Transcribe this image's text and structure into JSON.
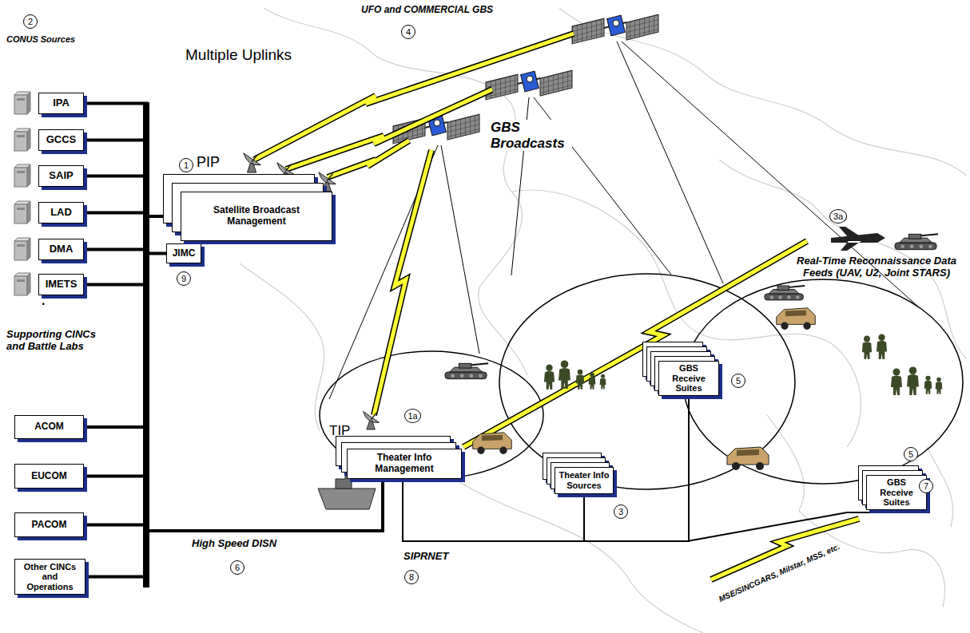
{
  "diagram": {
    "nodes": [
      {
        "text": [
          "IPA"
        ]
      },
      {
        "text": [
          "GCCS"
        ]
      },
      {
        "text": [
          "SAIP"
        ]
      },
      {
        "text": [
          "LAD"
        ]
      },
      {
        "text": [
          "DMA"
        ]
      },
      {
        "text": [
          "IMETS"
        ]
      },
      {
        "text": [
          "ACOM"
        ]
      },
      {
        "text": [
          "EUCOM"
        ]
      },
      {
        "text": [
          "PACOM"
        ]
      },
      {
        "text": [
          "Other CINCs and Operations"
        ]
      },
      {
        "text": [
          "JIMC"
        ]
      },
      {
        "text": [
          "Satellite Broadcast Management"
        ]
      },
      {
        "text": [
          "Theater Info Management"
        ]
      },
      {
        "text": [
          "Theater Info Sources"
        ]
      },
      {
        "text": [
          "GBS Receive Suites"
        ]
      },
      {
        "text": [
          "GBS Receive Suites"
        ]
      }
    ],
    "edges": [
      {
        "from": 0,
        "to": 11,
        "arrow": "none"
      },
      {
        "from": 1,
        "to": 11,
        "arrow": "none"
      },
      {
        "from": 2,
        "to": 11,
        "arrow": "none"
      },
      {
        "from": 3,
        "to": 11,
        "arrow": "none"
      },
      {
        "from": 4,
        "to": 11,
        "arrow": "none"
      },
      {
        "from": 5,
        "to": 11,
        "arrow": "none"
      },
      {
        "from": 6,
        "to": 11,
        "arrow": "none"
      },
      {
        "from": 7,
        "to": 11,
        "arrow": "none"
      },
      {
        "from": 8,
        "to": 11,
        "arrow": "none"
      },
      {
        "from": 9,
        "to": 11,
        "arrow": "none"
      },
      {
        "from": 10,
        "to": 11,
        "arrow": "none"
      },
      {
        "from": 11,
        "to": 12,
        "arrow": "none"
      },
      {
        "from": 12,
        "to": 13,
        "arrow": "none"
      },
      {
        "from": 12,
        "to": 14,
        "arrow": "none"
      },
      {
        "from": 12,
        "to": 15,
        "arrow": "none"
      }
    ],
    "labels": [
      "2",
      "CONUS Sources",
      "Multiple Uplinks",
      "UFO and COMMERCIAL GBS",
      "4",
      "1",
      "PIP",
      "GBS Broadcasts",
      "3a",
      "Real-Time Reconnaissance Data Feeds (UAV, U2, Joint STARS)",
      "TIP",
      "1a",
      ".",
      "Supporting CINCs and Battle Labs",
      "9",
      "3",
      "5",
      "5",
      "7",
      "MSE/SINCGARS, Milstar, MSS, etc.",
      "High Speed DISN",
      "6",
      "SIPRNET",
      "8"
    ]
  }
}
